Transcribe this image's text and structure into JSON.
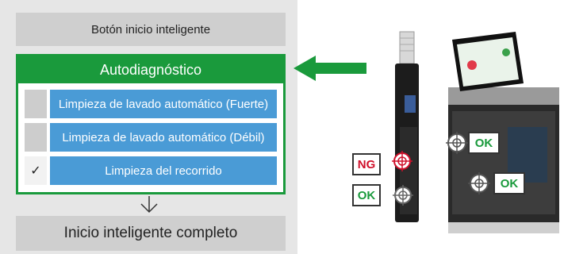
{
  "panel": {
    "smart_start_button": "Botón inicio inteligente",
    "self_diagnosis": {
      "title": "Autodiagnóstico",
      "items": [
        {
          "label": "Limpieza de lavado automático (Fuerte)",
          "checked": false,
          "mark": ""
        },
        {
          "label": "Limpieza de lavado automático (Débil)",
          "checked": false,
          "mark": ""
        },
        {
          "label": "Limpieza del recorrido",
          "checked": true,
          "mark": "✓"
        }
      ]
    },
    "complete": "Inicio inteligente completo"
  },
  "product": {
    "badges": {
      "ng": "NG",
      "ok_left": "OK",
      "ok_top": "OK",
      "ok_right": "OK"
    }
  },
  "colors": {
    "green": "#1a9a3c",
    "blue": "#4a9bd6",
    "red": "#d0102a",
    "panel": "#e6e6e6"
  }
}
